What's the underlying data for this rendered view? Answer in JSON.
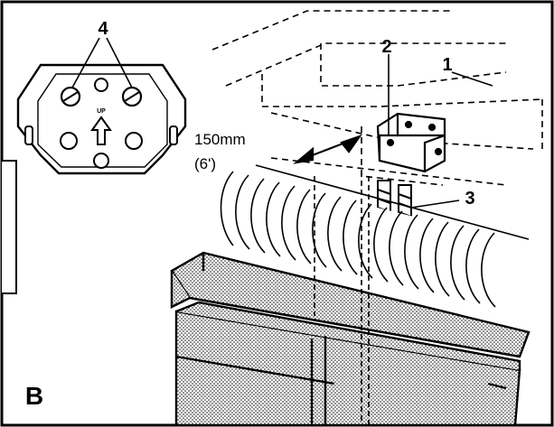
{
  "figure": {
    "panel_label": "B",
    "callouts": {
      "c1": "1",
      "c2": "2",
      "c3": "3",
      "c4": "4"
    },
    "distance_metric": "150mm",
    "distance_imperial": "(6')",
    "bracket_text": "UP"
  }
}
